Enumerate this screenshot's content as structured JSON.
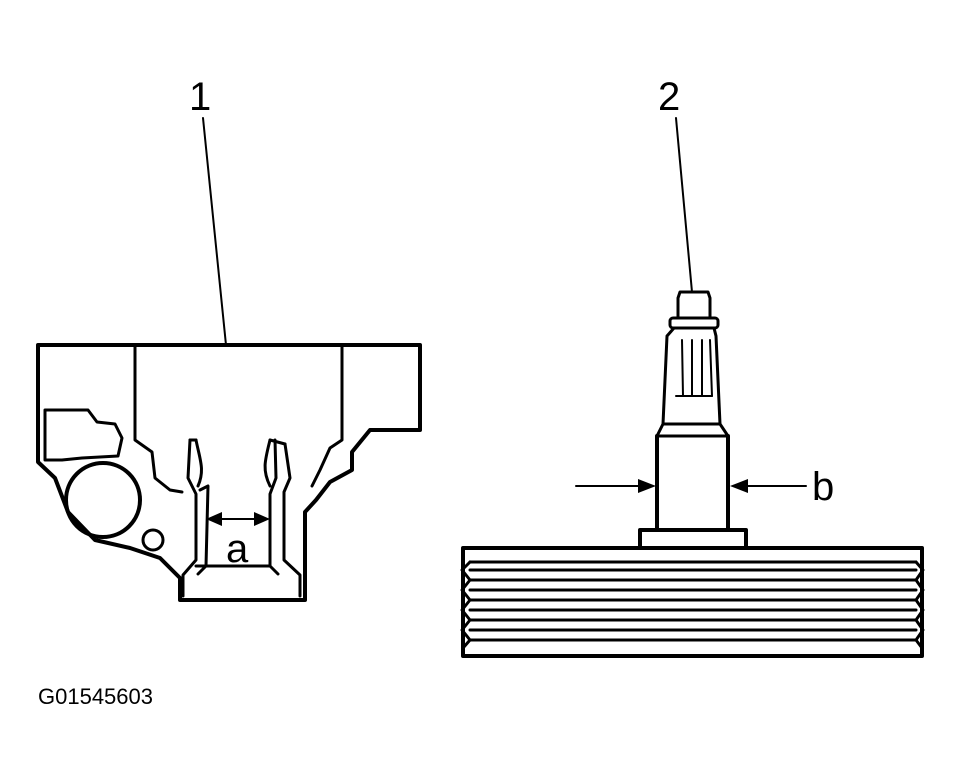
{
  "callouts": {
    "part_1": "1",
    "part_2": "2",
    "dim_a": "a",
    "dim_b": "b"
  },
  "figure_code": "G01545603"
}
